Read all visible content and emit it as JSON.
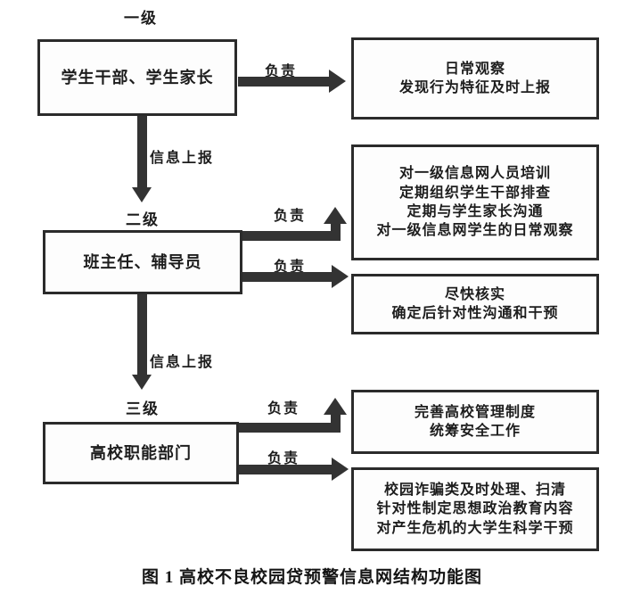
{
  "figure": {
    "caption": "图 1 高校不良校园贷预警信息网结构功能图"
  },
  "levels": [
    {
      "label": "一级",
      "node": "学生干部、学生家长"
    },
    {
      "label": "二级",
      "node": "班主任、辅导员"
    },
    {
      "label": "三级",
      "node": "高校职能部门"
    }
  ],
  "edges": {
    "responsible": "负责",
    "report_up": "信息上报"
  },
  "duties": {
    "level1": {
      "lines": [
        "日常观察",
        "发现行为特征及时上报"
      ]
    },
    "level2_primary": {
      "lines": [
        "对一级信息网人员培训",
        "定期组织学生干部排查",
        "定期与学生家长沟通",
        "对一级信息网学生的日常观察"
      ]
    },
    "level2_secondary": {
      "lines": [
        "尽快核实",
        "确定后针对性沟通和干预"
      ]
    },
    "level3_primary": {
      "lines": [
        "完善高校管理制度",
        "统筹安全工作"
      ]
    },
    "level3_secondary": {
      "lines": [
        "校园诈骗类及时处理、扫清",
        "针对性制定思想政治教育内容",
        "对产生危机的大学生科学干预"
      ]
    }
  },
  "colors": {
    "stroke": "#2b2b2b",
    "arrow": "#333333",
    "text": "#1d1d1d",
    "background": "#ffffff"
  }
}
